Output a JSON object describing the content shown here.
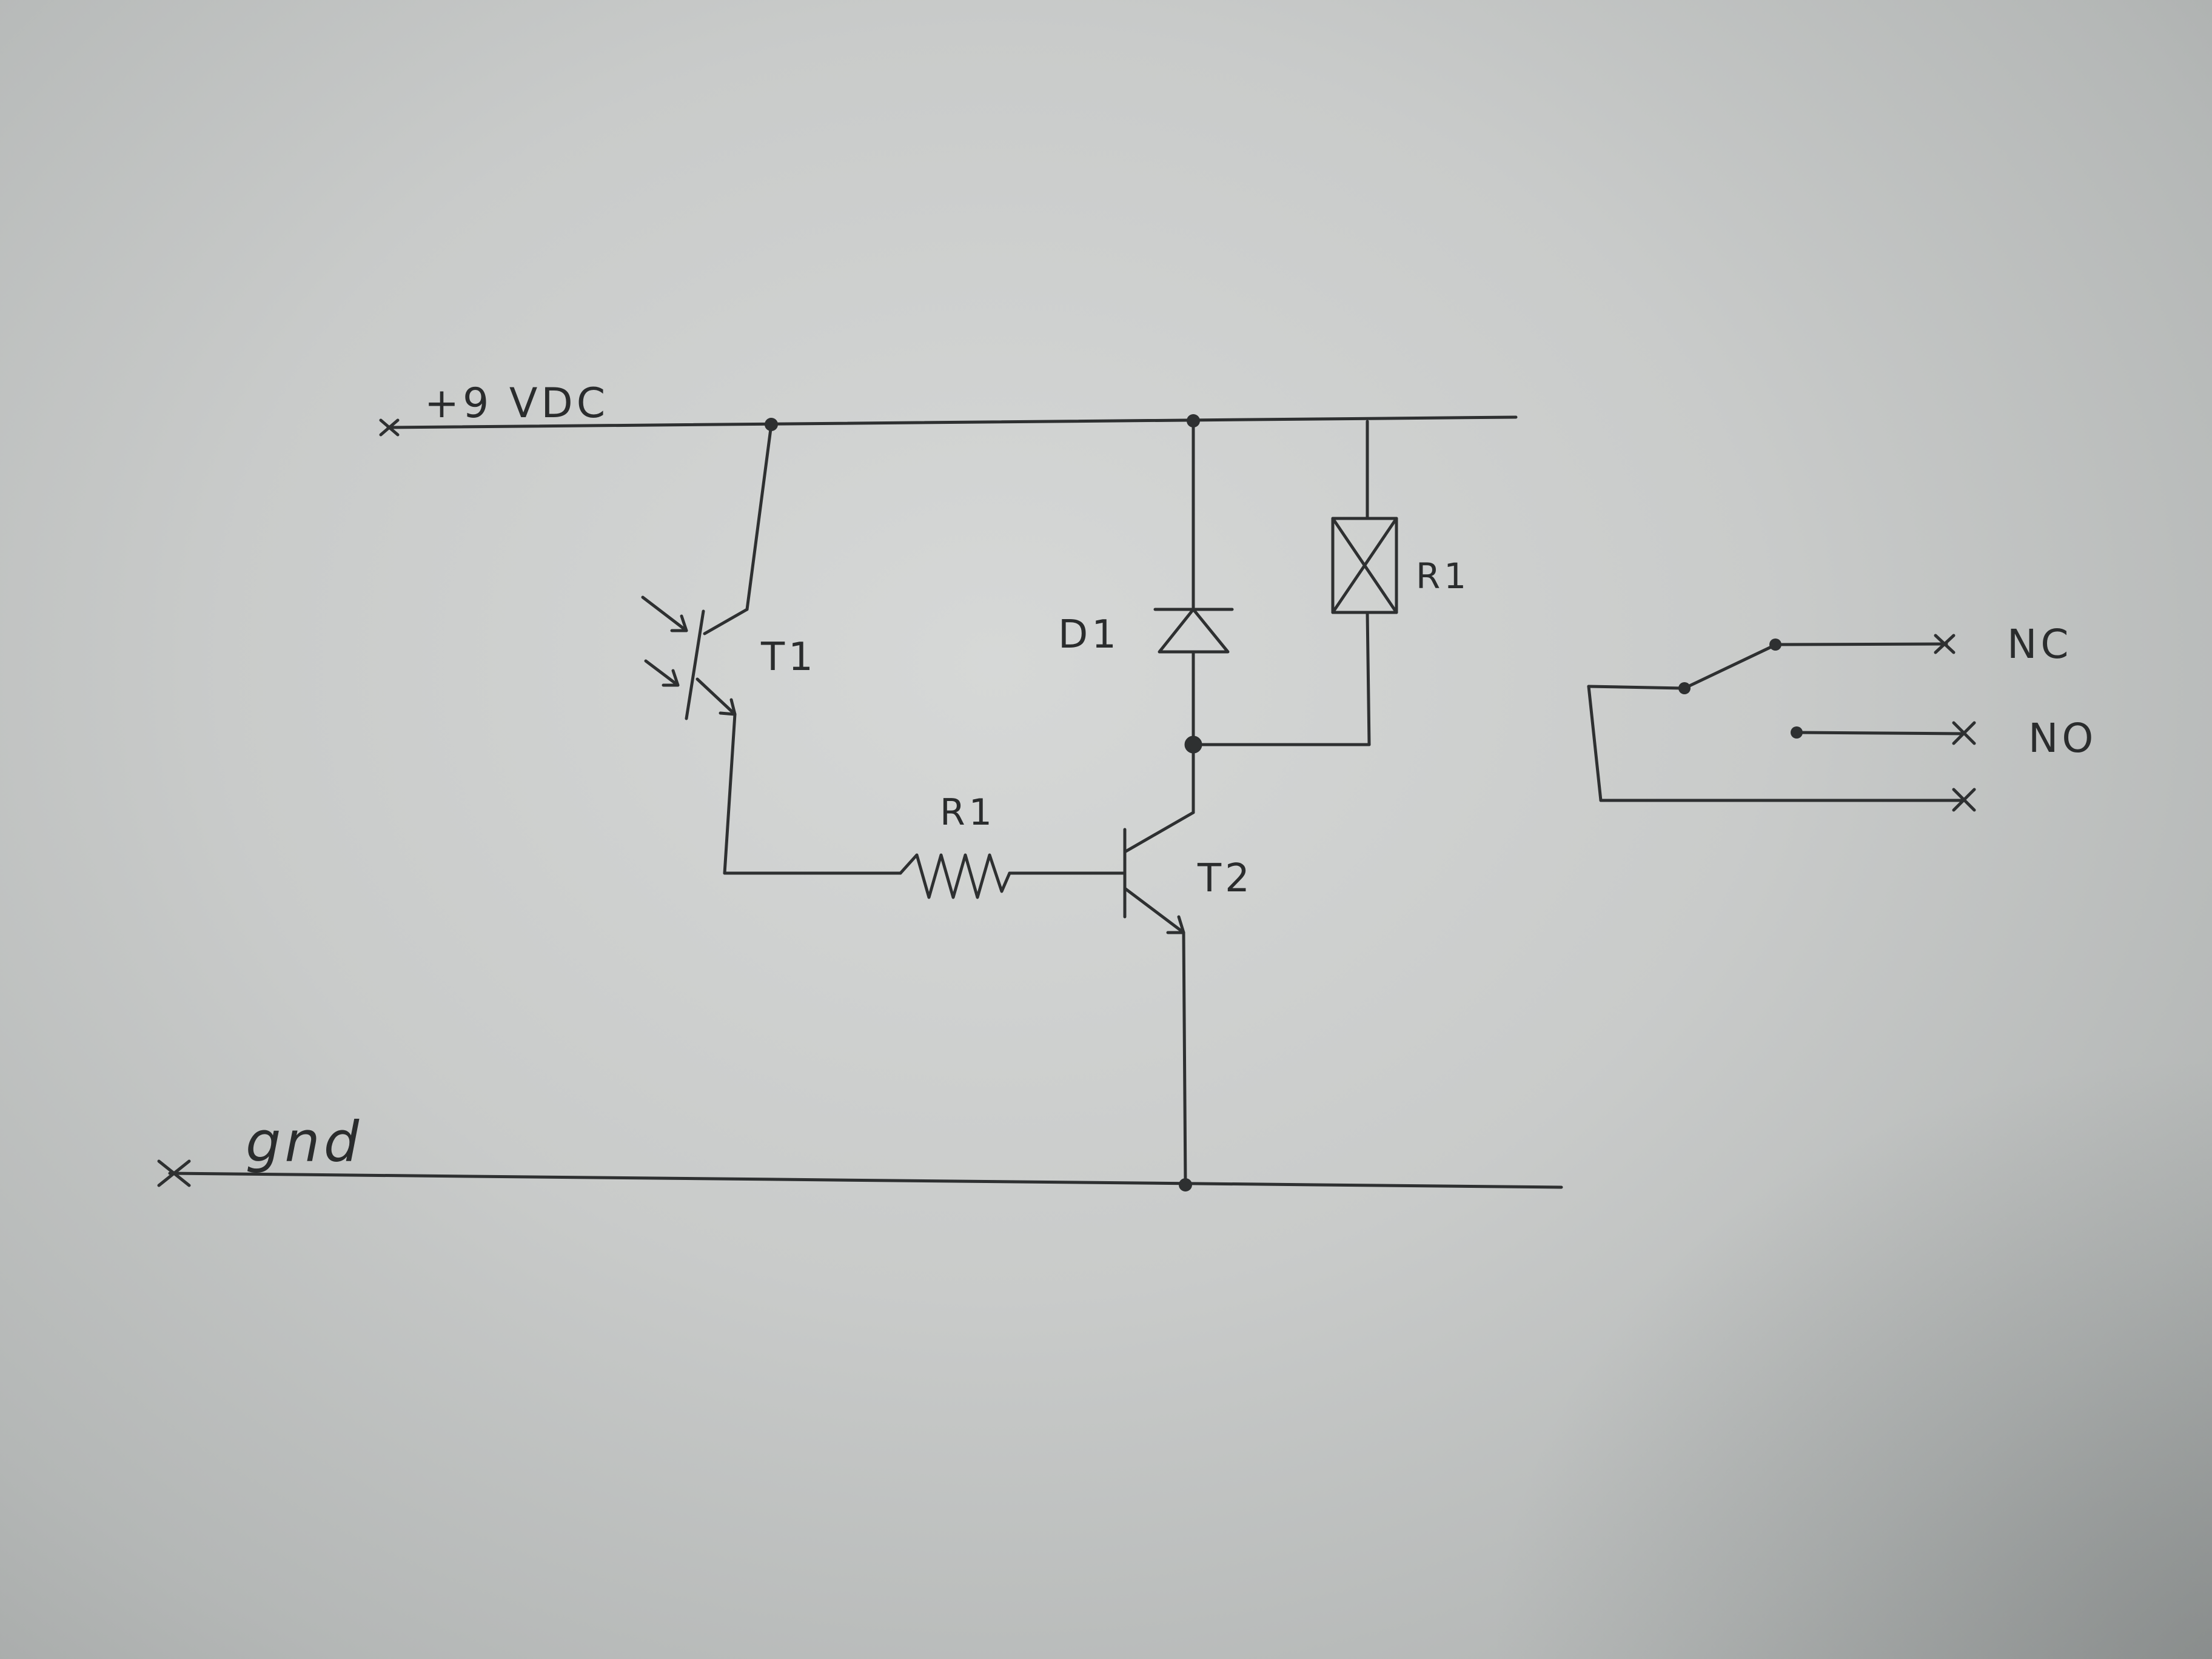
{
  "labels": {
    "supply": "+9 VDC",
    "ground": "gnd",
    "phototransistor": "T1",
    "transistor": "T2",
    "diode": "D1",
    "relay": "R1",
    "resistor": "R1",
    "contact_nc": "NC",
    "contact_no": "NO"
  },
  "colors": {
    "ink": "#2e3031",
    "paper": "#cfd1d0"
  }
}
